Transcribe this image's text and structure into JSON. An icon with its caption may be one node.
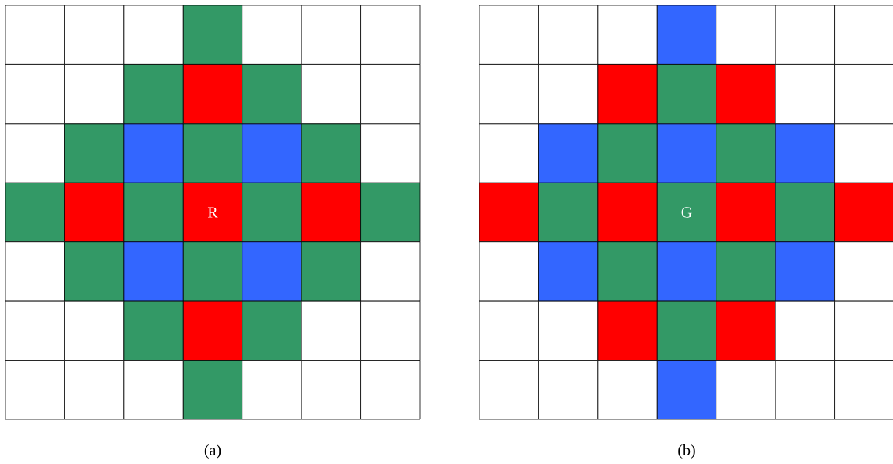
{
  "diagram": {
    "labels": [
      "R",
      "(a)",
      "G",
      "(b)"
    ]
  }
}
